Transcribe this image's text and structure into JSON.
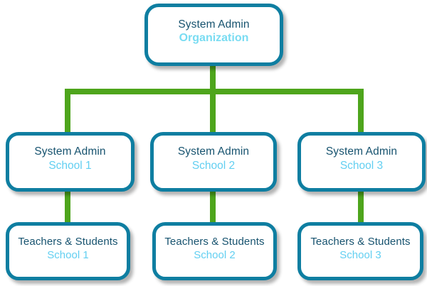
{
  "diagram": {
    "type": "organization-hierarchy-chart",
    "colors": {
      "box_border": "#0E7EA1",
      "connector_green": "#4EA51C",
      "title_text": "#17536F",
      "root_subtitle_text": "#79DCF2",
      "subtitle_text": "#62CFF1",
      "box_fill": "#FFFFFF"
    },
    "root": {
      "title": "System Admin",
      "subtitle": "Organization"
    },
    "level2": [
      {
        "title": "System Admin",
        "subtitle": "School  1"
      },
      {
        "title": "System Admin",
        "subtitle": "School  2"
      },
      {
        "title": "System Admin",
        "subtitle": "School 3"
      }
    ],
    "level3": [
      {
        "title": "Teachers & Students",
        "subtitle": "School 1"
      },
      {
        "title": "Teachers & Students",
        "subtitle": "School  2"
      },
      {
        "title": "Teachers & Students",
        "subtitle": "School  3"
      }
    ]
  }
}
